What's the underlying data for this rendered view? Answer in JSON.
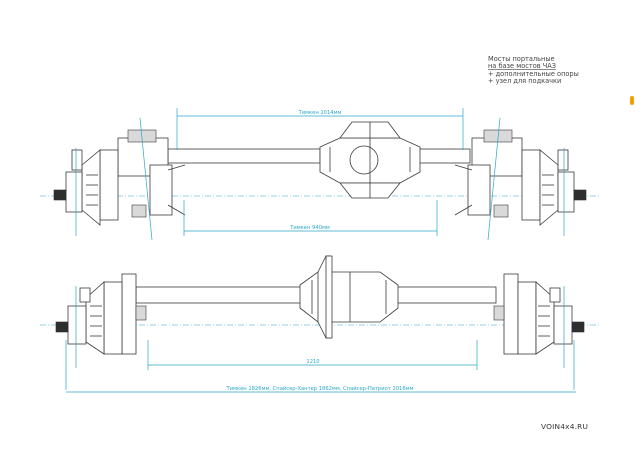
{
  "title_block": {
    "line1": "Мосты портальные",
    "line2": "на базе мостов ЧАЗ",
    "line3": "+ дополнительные опоры",
    "line4": "+ узел для подкачки"
  },
  "dimensions": {
    "top_upper": "Тимкен 1014мм",
    "top_lower": "Тимкен 940мм",
    "bottom_inner": "1210",
    "bottom_total": "Тимкен 1826мм, Спайсер-Хантер 1862мм, Спайсер-Патриот 2016мм"
  },
  "watermark": "VOIN4x4.RU",
  "colors": {
    "line": "#3a3a3a",
    "dimension": "#2aa7c9",
    "accent": "#f0a000"
  }
}
